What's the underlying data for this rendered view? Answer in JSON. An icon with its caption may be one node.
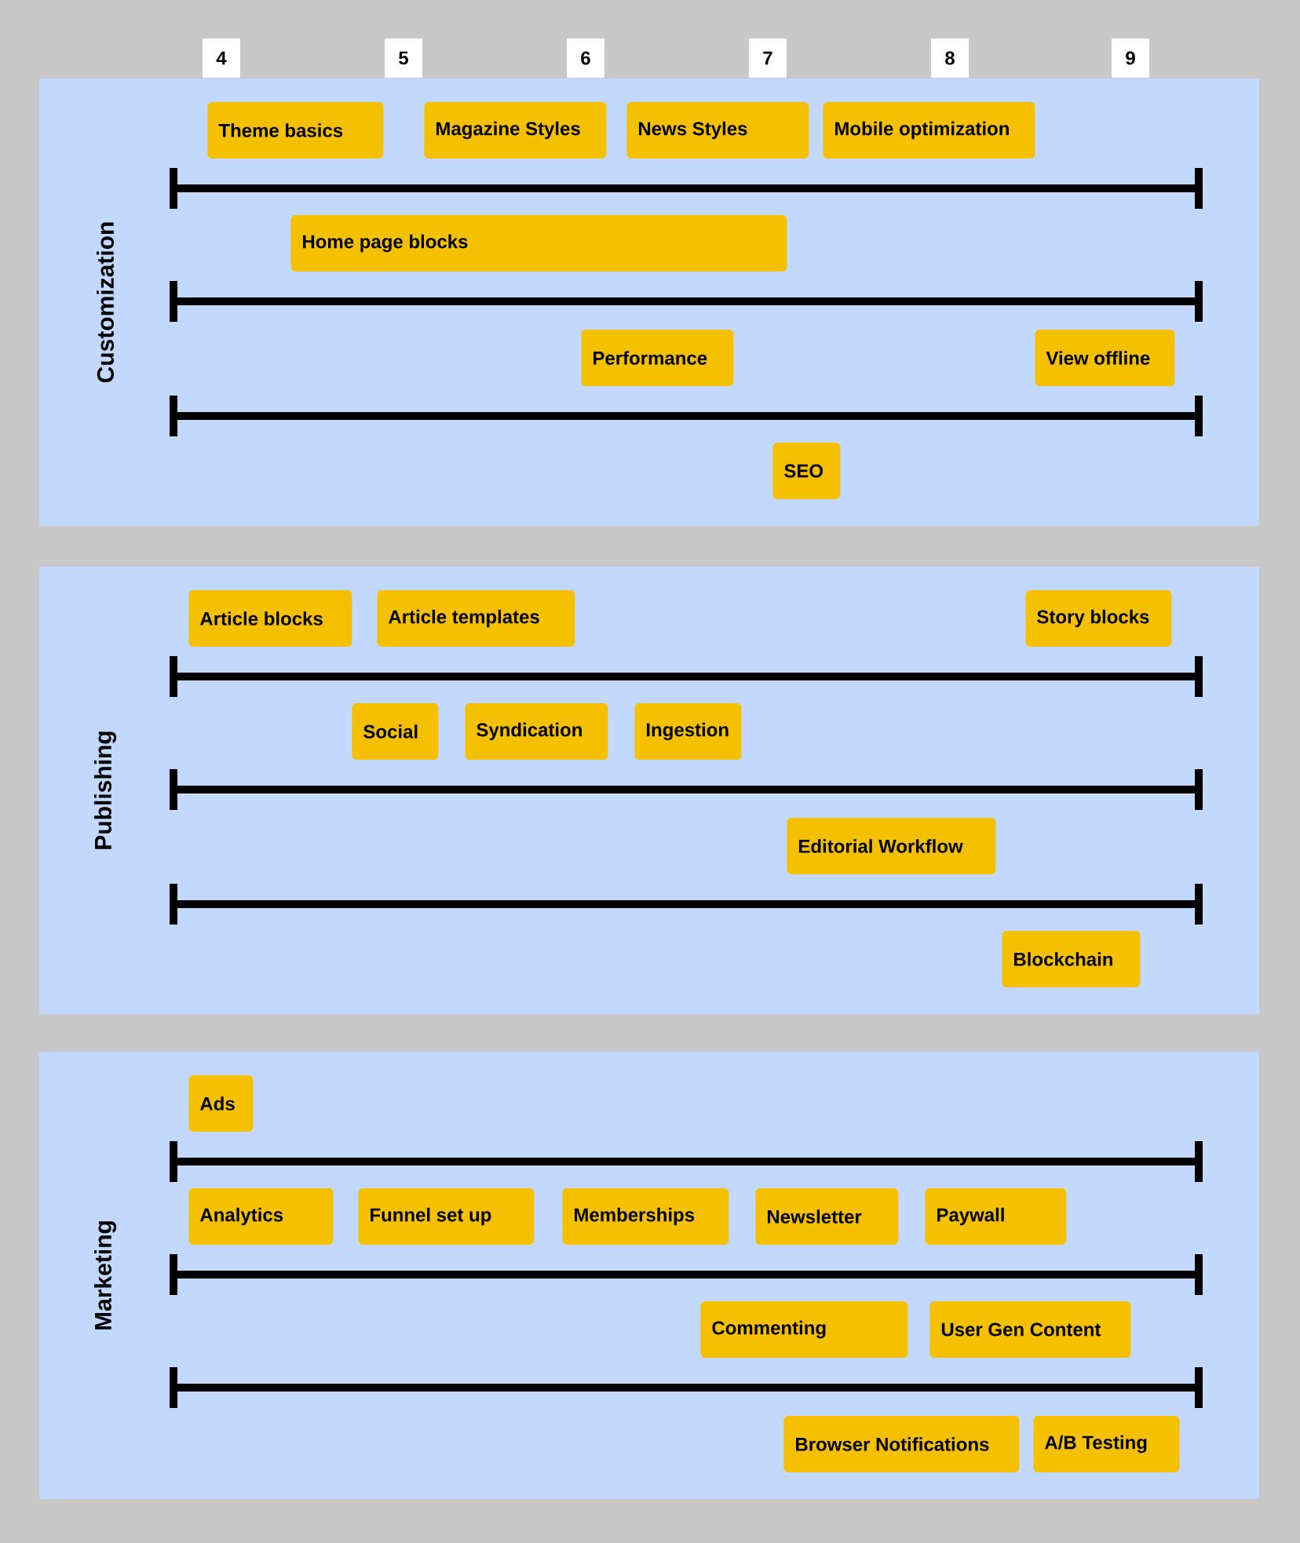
{
  "diagram": {
    "nodes": [
      {
        "text": [
          "4"
        ]
      },
      {
        "text": [
          "5"
        ]
      },
      {
        "text": [
          "6"
        ]
      },
      {
        "text": [
          "7"
        ]
      },
      {
        "text": [
          "8"
        ]
      },
      {
        "text": [
          "9"
        ]
      },
      {
        "text": [
          "Customization"
        ]
      },
      {
        "text": [
          "Theme basics"
        ],
        "in": 6
      },
      {
        "text": [
          "Magazine Styles"
        ],
        "in": 6
      },
      {
        "text": [
          "News Styles"
        ],
        "in": 6
      },
      {
        "text": [
          "Mobile optimization"
        ],
        "in": 6
      },
      {
        "text": [
          "Home page blocks"
        ],
        "in": 6
      },
      {
        "text": [
          "Performance"
        ],
        "in": 6
      },
      {
        "text": [
          "View offline"
        ],
        "in": 6
      },
      {
        "text": [
          "SEO"
        ],
        "in": 6
      },
      {
        "text": [
          "Publishing"
        ]
      },
      {
        "text": [
          "Article blocks"
        ],
        "in": 15
      },
      {
        "text": [
          "Article templates"
        ],
        "in": 15
      },
      {
        "text": [
          "Story blocks"
        ],
        "in": 15
      },
      {
        "text": [
          "Social"
        ],
        "in": 15
      },
      {
        "text": [
          "Syndication"
        ],
        "in": 15
      },
      {
        "text": [
          "Ingestion"
        ],
        "in": 15
      },
      {
        "text": [
          "Editorial Workflow"
        ],
        "in": 15
      },
      {
        "text": [
          "Blockchain"
        ],
        "in": 15
      },
      {
        "text": [
          "Marketing"
        ]
      },
      {
        "text": [
          "Ads"
        ],
        "in": 24
      },
      {
        "text": [
          "Analytics"
        ],
        "in": 24
      },
      {
        "text": [
          "Funnel set up"
        ],
        "in": 24
      },
      {
        "text": [
          "Memberships"
        ],
        "in": 24
      },
      {
        "text": [
          "Newsletter"
        ],
        "in": 24
      },
      {
        "text": [
          "Paywall"
        ],
        "in": 24
      },
      {
        "text": [
          "Commenting"
        ],
        "in": 24
      },
      {
        "text": [
          "User Gen Content"
        ],
        "in": 24
      },
      {
        "text": [
          "Browser Notifications"
        ],
        "in": 24
      },
      {
        "text": [
          "A/B Testing"
        ],
        "in": 24
      }
    ]
  }
}
